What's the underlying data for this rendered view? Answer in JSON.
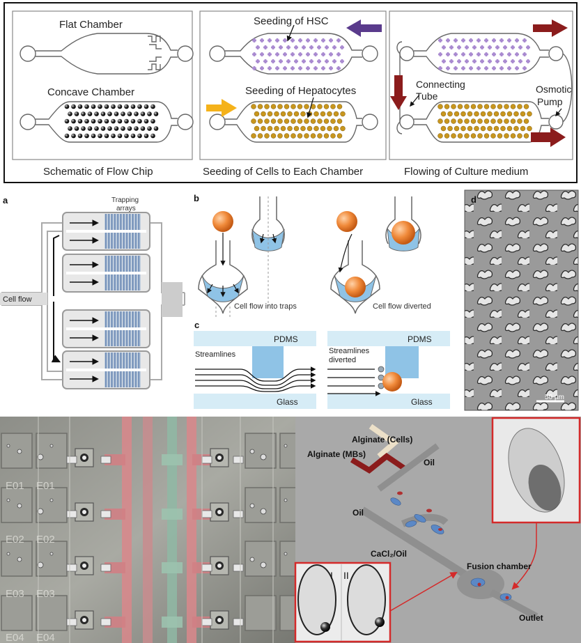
{
  "top_panel": {
    "sub1": {
      "flat": "Flat Chamber",
      "concave": "Concave Chamber",
      "caption": "Schematic of Flow Chip"
    },
    "sub2": {
      "hsc": "Seeding of HSC",
      "hep": "Seeding of Hepatocytes",
      "caption": "Seeding of Cells to Each Chamber"
    },
    "sub3": {
      "tube1": "Connecting",
      "tube2": "Tube",
      "pump1": "Osmotic",
      "pump2": "Pump",
      "caption": "Flowing of Culture medium"
    }
  },
  "panel_a": {
    "letter": "a",
    "trap1": "Trapping",
    "trap2": "arrays",
    "cellflow": "Cell flow"
  },
  "panel_b": {
    "letter": "b",
    "left": "Cell flow into traps",
    "right": "Cell flow diverted"
  },
  "panel_c": {
    "letter": "c",
    "pdms": "PDMS",
    "glass": "Glass",
    "streamlines": "Streamlines",
    "diverted": "diverted"
  },
  "panel_d": {
    "letter": "d",
    "scale": "50 µm"
  },
  "bottom_left": {
    "labels": [
      "E01",
      "E01",
      "E02",
      "E02",
      "E03",
      "E03",
      "E04",
      "E04"
    ]
  },
  "bottom_right": {
    "alg_cells": "Alginate (Cells)",
    "alg_mbs": "Alginate (MBs)",
    "oil1": "Oil",
    "oil2": "Oil",
    "cacl": "CaCl₂/Oil",
    "fusion": "Fusion chamber",
    "outlet": "Outlet",
    "inset_i": "I",
    "inset_ii": "II"
  },
  "colors": {
    "purple": "#5a3b8c",
    "yellow": "#f5b21a",
    "darkred": "#8b1c1c",
    "blue_fill": "#8fc3e6",
    "orange": "#f08a3a",
    "inset_border": "#d42a2a"
  }
}
